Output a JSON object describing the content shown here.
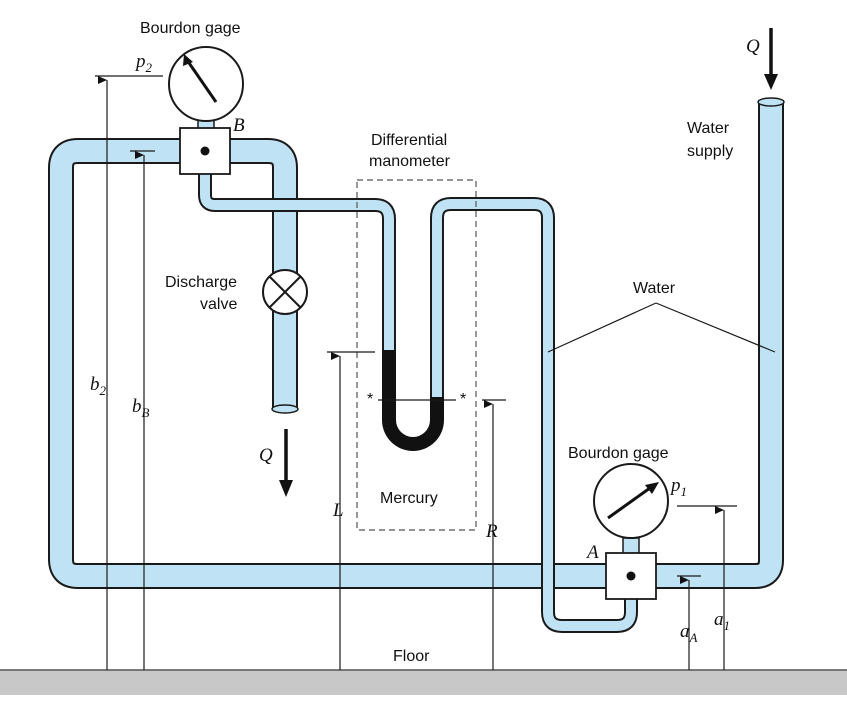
{
  "labels": {
    "bourdon_gage_top": "Bourdon gage",
    "p2_main": "p",
    "p2_sub": "2",
    "b_point": "B",
    "differential_manometer_line1": "Differential",
    "differential_manometer_line2": "manometer",
    "water_supply_line1": "Water",
    "water_supply_line2": "supply",
    "q_top": "Q",
    "discharge_valve_line1": "Discharge",
    "discharge_valve_line2": "valve",
    "water": "Water",
    "b2_main": "b",
    "b2_sub": "2",
    "bB_main": "b",
    "bB_sub": "B",
    "q_bottom": "Q",
    "mercury": "Mercury",
    "l_dim": "L",
    "r_dim": "R",
    "bourdon_gage_bottom": "Bourdon gage",
    "p1_main": "p",
    "p1_sub": "1",
    "a_point": "A",
    "aA_main": "a",
    "aA_sub": "A",
    "a1_main": "a",
    "a1_sub": "1",
    "floor": "Floor",
    "star_left": "*",
    "star_right": "*"
  },
  "colors": {
    "water": "#bfe3f4",
    "mercury": "#111111",
    "floor": "#c8c8c8",
    "outline": "#1a1a1a"
  }
}
